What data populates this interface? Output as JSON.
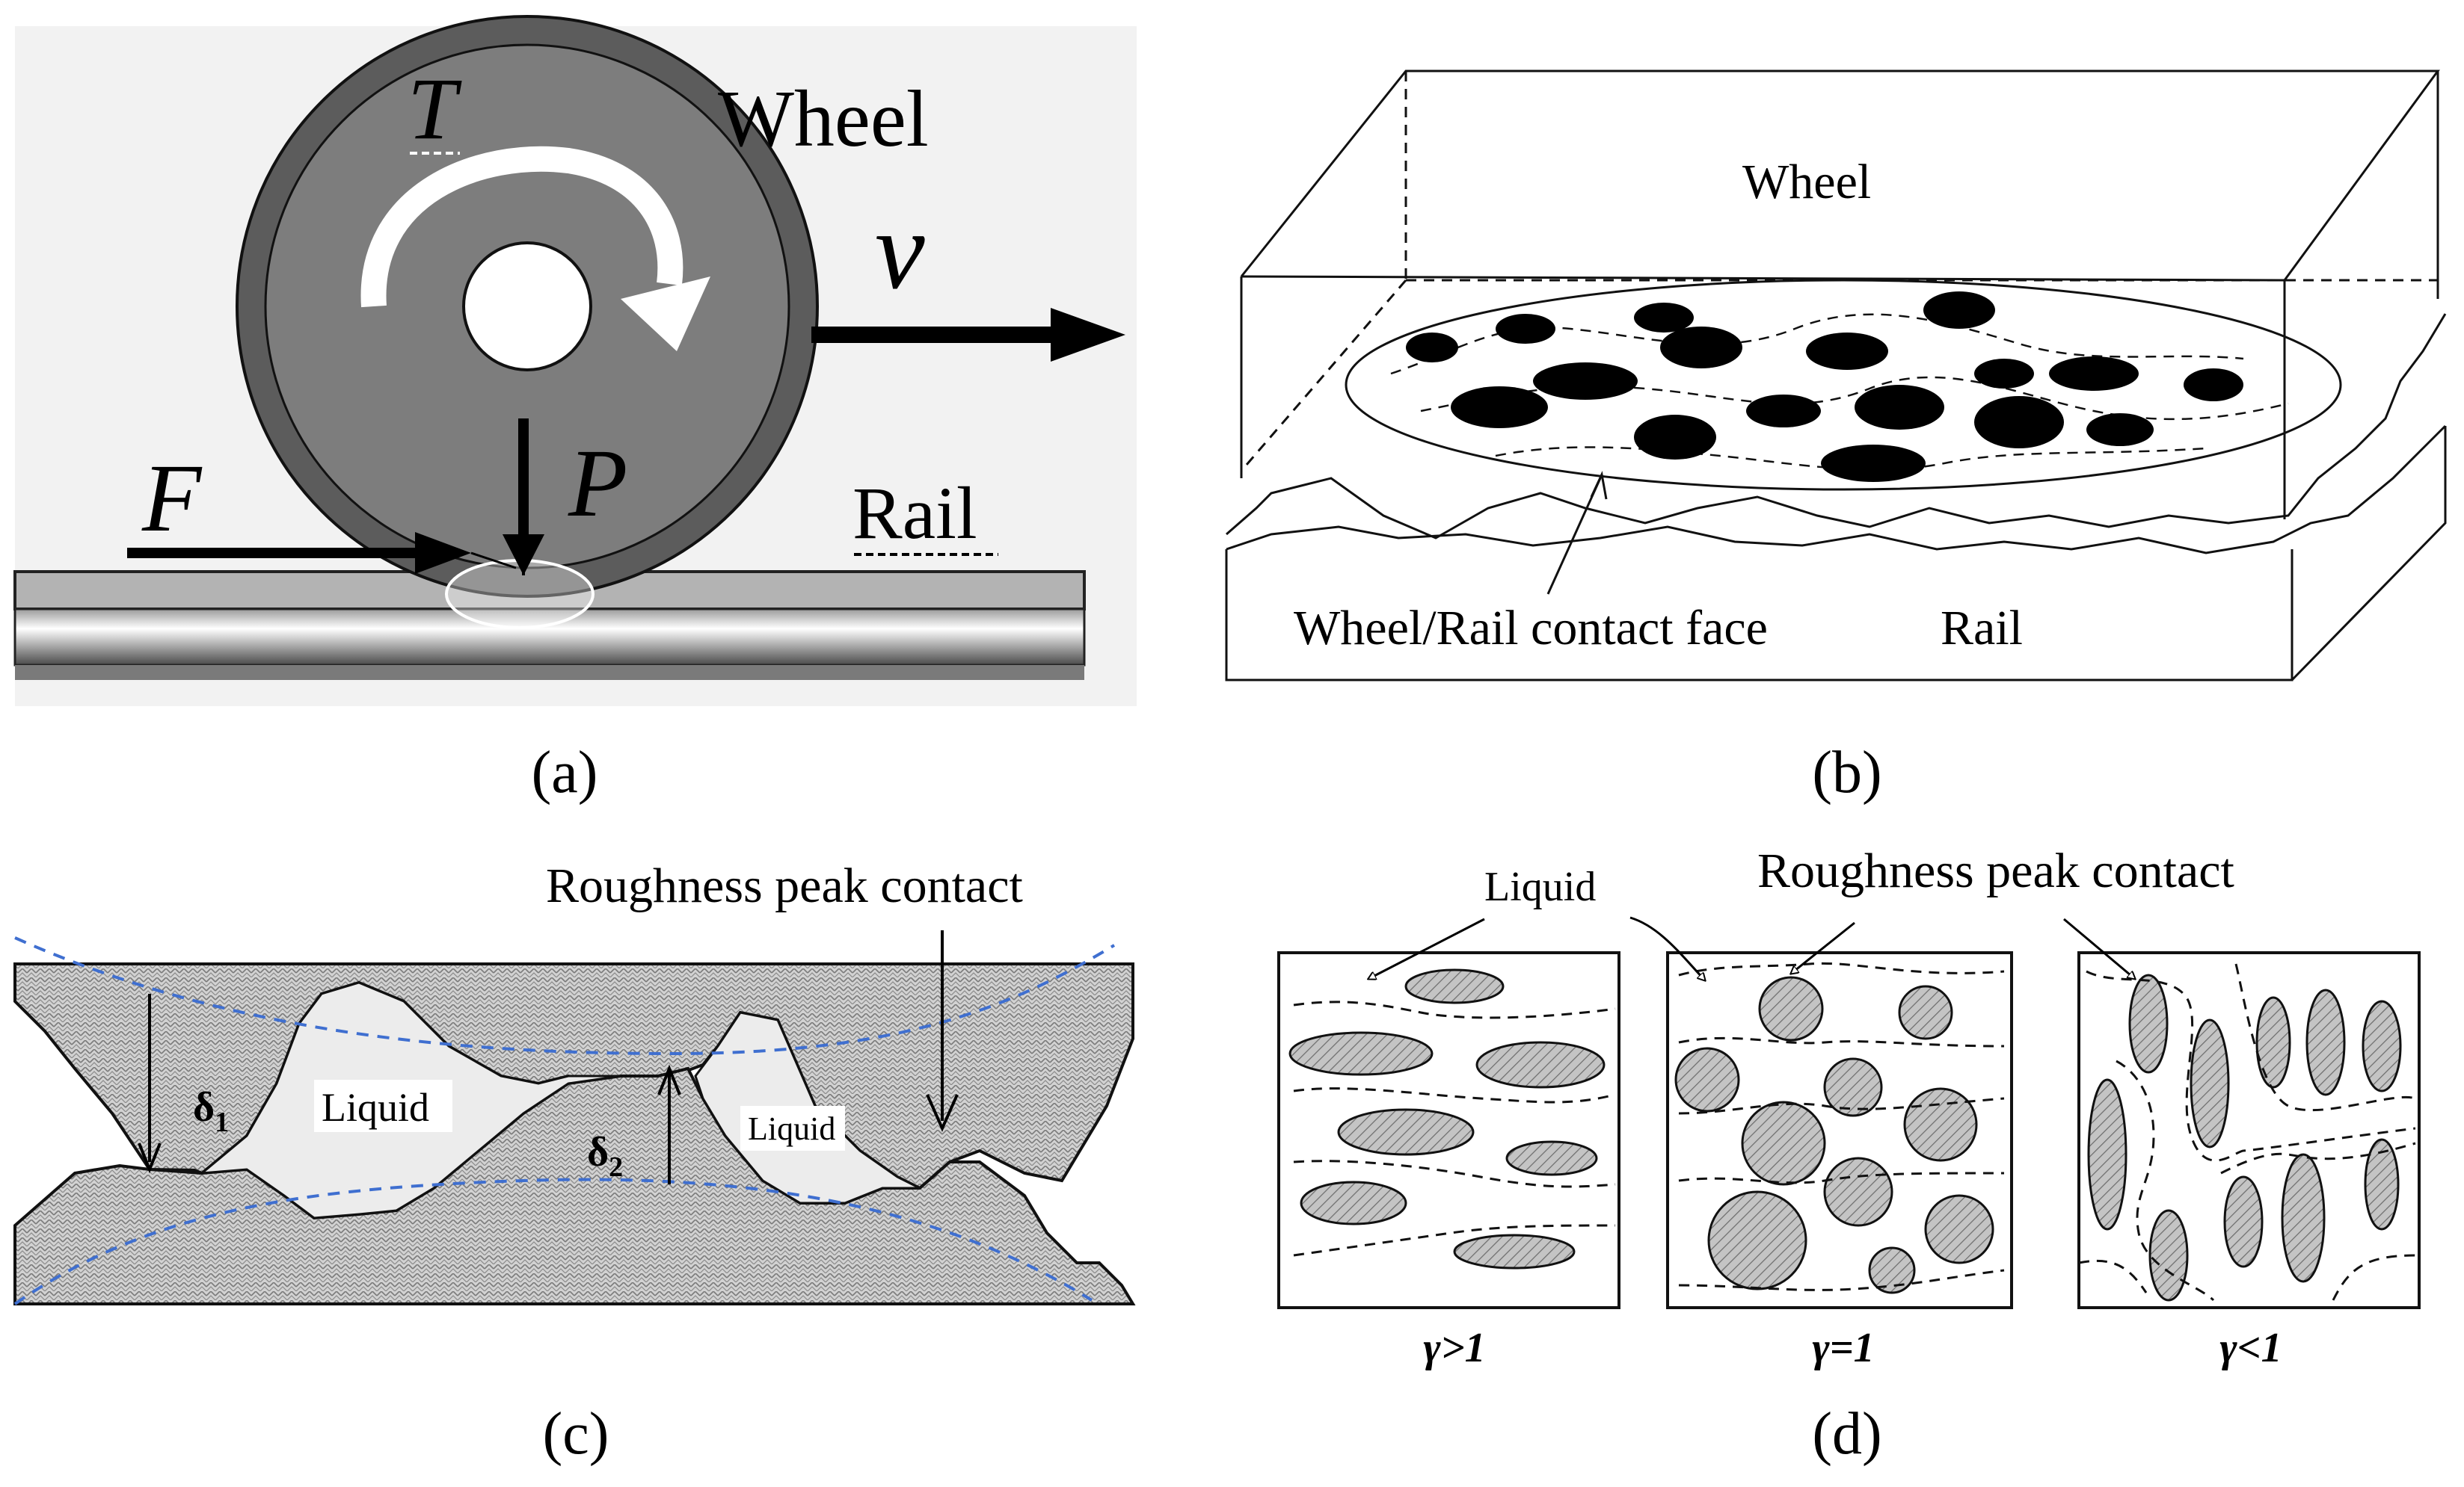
{
  "panel_a": {
    "caption": "(a)",
    "wheel_label": "Wheel",
    "torque_label": "T",
    "velocity_label": "v",
    "force_label": "F",
    "load_label": "P",
    "rail_label": "Rail"
  },
  "panel_b": {
    "caption": "(b)",
    "wheel_label": "Wheel",
    "contact_face_label": "Wheel/Rail contact face",
    "rail_label": "Rail"
  },
  "panel_c": {
    "caption": "(c)",
    "title": "Roughness peak contact",
    "liquid_label_1": "Liquid",
    "liquid_label_2": "Liquid",
    "delta1_label": "δ",
    "delta1_sub": "1",
    "delta2_label": "δ",
    "delta2_sub": "2"
  },
  "panel_d": {
    "caption": "(d)",
    "liquid_label": "Liquid",
    "roughness_label": "Roughness peak contact",
    "gamma_greater": "γ>1",
    "gamma_equal": "γ=1",
    "gamma_less": "γ<1"
  },
  "colors": {
    "wheel_outer": "#5c5c5c",
    "wheel_inner": "#7d7d7d",
    "panel_a_background": "#f2f2f2",
    "dashed_blue": "#3f6fd0",
    "hatch_fill": "#c8c8c8"
  }
}
